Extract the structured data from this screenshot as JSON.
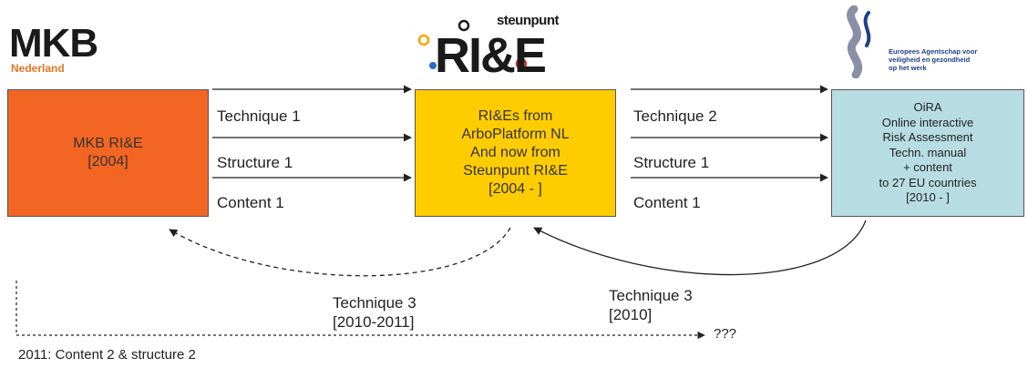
{
  "logos": {
    "mkb": {
      "main": "MKB",
      "sub": "Nederland"
    },
    "steunpunt": {
      "main": "RI&E",
      "top": "steunpunt"
    },
    "eu_agency": {
      "lines": [
        "Europees Agentschap voor",
        "veiligheid en gezondheid",
        "op het werk"
      ]
    }
  },
  "boxes": {
    "mkb": {
      "lines": [
        "MKB RI&E",
        "[2004]"
      ]
    },
    "steunpunt": {
      "lines": [
        "RI&Es from",
        "ArboPlatform NL",
        "And now from",
        "Steunpunt RI&E",
        "[2004 - ]"
      ]
    },
    "oira": {
      "lines": [
        "OiRA",
        "Online interactive",
        "Risk Assessment",
        "Techn. manual",
        "+ content",
        "to 27 EU countries",
        "[2010 - ]"
      ]
    }
  },
  "flows_left": {
    "technique": "Technique 1",
    "structure": "Structure 1",
    "content": "Content 1"
  },
  "flows_right": {
    "technique": "Technique 2",
    "structure": "Structure 1",
    "content": "Content 1"
  },
  "return_left": {
    "label": "Technique 3",
    "date": "[2010-2011]"
  },
  "return_right": {
    "label": "Technique 3",
    "date": "[2010]"
  },
  "timeline": {
    "end_label": "???",
    "footer": "2011: Content 2 & structure 2"
  },
  "colors": {
    "mkb_box": "#f26522",
    "steunpunt_box": "#ffcc00",
    "oira_box": "#b7dde3"
  }
}
